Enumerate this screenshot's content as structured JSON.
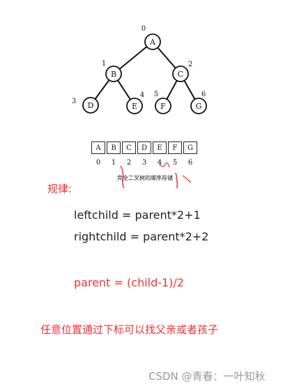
{
  "tree": {
    "nodes": [
      {
        "label": "A",
        "index": "0"
      },
      {
        "label": "B",
        "index": "1"
      },
      {
        "label": "C",
        "index": "2"
      },
      {
        "label": "D",
        "index": "3"
      },
      {
        "label": "E",
        "index": "4"
      },
      {
        "label": "F",
        "index": "5"
      },
      {
        "label": "G",
        "index": "6"
      }
    ]
  },
  "array": {
    "cells": [
      "A",
      "B",
      "C",
      "D",
      "E",
      "F",
      "G"
    ],
    "indices": [
      "0",
      "1",
      "2",
      "3",
      "4",
      "5",
      "6"
    ],
    "caption": "完全二叉树的顺序存储"
  },
  "rules": {
    "title": "规律:",
    "leftchild": "leftchild = parent*2+1",
    "rightchild": "rightchild = parent*2+2",
    "parent": "parent = (child-1)/2"
  },
  "note": "任意位置通过下标可以找父亲或者孩子",
  "watermark": "CSDN @青春：一叶知秋",
  "colors": {
    "accent": "#e33333",
    "text": "#222222",
    "watermark": "#999999"
  }
}
